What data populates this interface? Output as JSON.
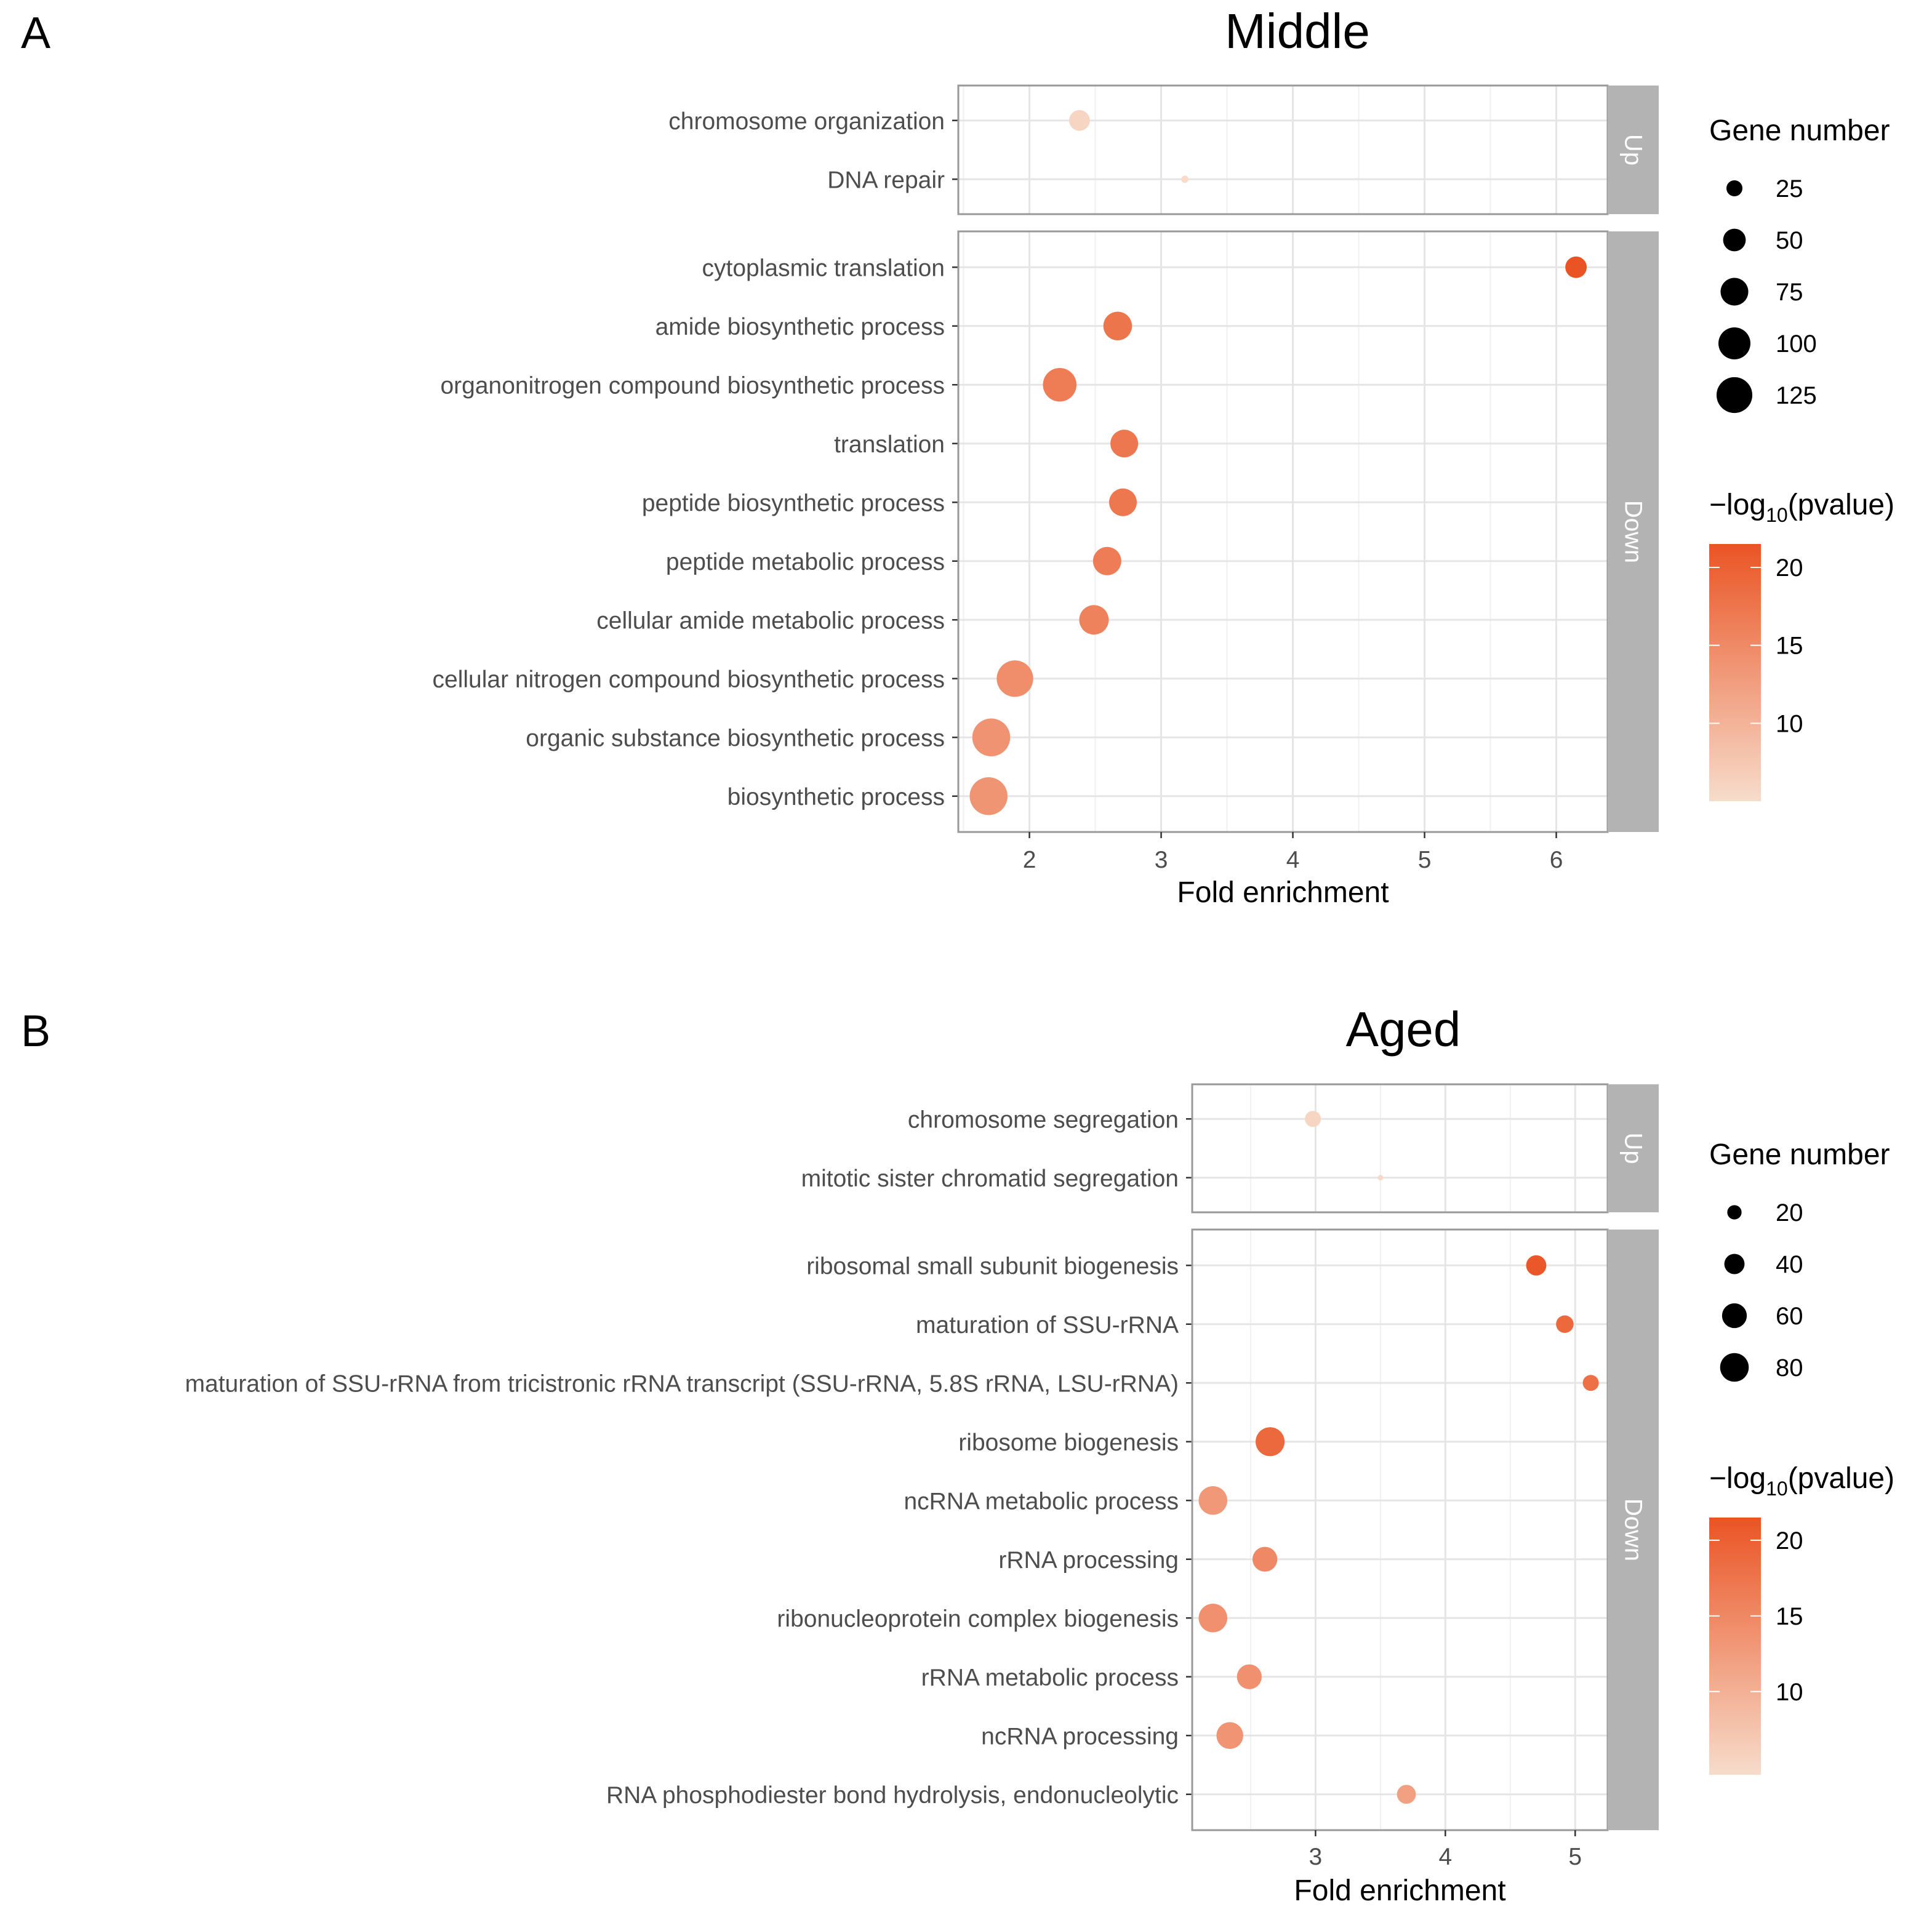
{
  "figure": {
    "colors": {
      "low": "#f7dccb",
      "high": "#ea5424",
      "strip": "#b3b3b3",
      "grid": "#e5e5e5",
      "panel_border": "#999999",
      "text": "#4d4d4d"
    }
  },
  "chart_data": [
    {
      "type": "scatter",
      "panel_label": "A",
      "title": "Middle",
      "xlabel": "Fold enrichment",
      "xlim": [
        1.46,
        6.39
      ],
      "xticks": [
        2,
        3,
        4,
        5,
        6
      ],
      "facets": [
        {
          "strip": "Up",
          "terms": [
            {
              "term": "chromosome organization",
              "fold": 2.38,
              "genes": 42,
              "neglog10p": 5.8
            },
            {
              "term": "DNA repair",
              "fold": 3.18,
              "genes": 5,
              "neglog10p": 5.2
            }
          ]
        },
        {
          "strip": "Down",
          "terms": [
            {
              "term": "cytoplasmic translation",
              "fold": 6.15,
              "genes": 45,
              "neglog10p": 21.5
            },
            {
              "term": "amide biosynthetic process",
              "fold": 2.67,
              "genes": 80,
              "neglog10p": 17.5
            },
            {
              "term": "organonitrogen compound biosynthetic process",
              "fold": 2.23,
              "genes": 110,
              "neglog10p": 16.7
            },
            {
              "term": "translation",
              "fold": 2.72,
              "genes": 75,
              "neglog10p": 17.3
            },
            {
              "term": "peptide biosynthetic process",
              "fold": 2.71,
              "genes": 75,
              "neglog10p": 17.3
            },
            {
              "term": "peptide metabolic process",
              "fold": 2.59,
              "genes": 78,
              "neglog10p": 16.6
            },
            {
              "term": "cellular amide metabolic process",
              "fold": 2.49,
              "genes": 85,
              "neglog10p": 15.9
            },
            {
              "term": "cellular nitrogen compound biosynthetic process",
              "fold": 1.89,
              "genes": 130,
              "neglog10p": 14.5
            },
            {
              "term": "organic substance biosynthetic process",
              "fold": 1.71,
              "genes": 140,
              "neglog10p": 13.8
            },
            {
              "term": "biosynthetic process",
              "fold": 1.69,
              "genes": 140,
              "neglog10p": 13.6
            }
          ]
        }
      ],
      "size_legend": {
        "title": "Gene number",
        "breaks": [
          25,
          50,
          75,
          100,
          125
        ]
      },
      "color_legend": {
        "title_prefix": "−log",
        "title_sub": "10",
        "title_suffix": "(pvalue)",
        "range": [
          5,
          21.5
        ],
        "breaks": [
          10,
          15,
          20
        ]
      }
    },
    {
      "type": "scatter",
      "panel_label": "B",
      "title": "Aged",
      "xlabel": "Fold enrichment",
      "xlim": [
        2.05,
        5.25
      ],
      "xticks": [
        3,
        4,
        5
      ],
      "facets": [
        {
          "strip": "Up",
          "terms": [
            {
              "term": "chromosome segregation",
              "fold": 2.98,
              "genes": 25,
              "neglog10p": 5.3
            },
            {
              "term": "mitotic sister chromatid segregation",
              "fold": 3.5,
              "genes": 3,
              "neglog10p": 4.9
            }
          ]
        },
        {
          "strip": "Down",
          "terms": [
            {
              "term": "ribosomal small subunit biogenesis",
              "fold": 4.7,
              "genes": 40,
              "neglog10p": 21.0
            },
            {
              "term": "maturation of SSU-rRNA",
              "fold": 4.92,
              "genes": 30,
              "neglog10p": 19.0
            },
            {
              "term": "maturation of SSU-rRNA from tricistronic rRNA transcript (SSU-rRNA, 5.8S rRNA, LSU-rRNA)",
              "fold": 5.12,
              "genes": 25,
              "neglog10p": 18.0
            },
            {
              "term": "ribosome biogenesis",
              "fold": 2.65,
              "genes": 82,
              "neglog10p": 19.0
            },
            {
              "term": "ncRNA metabolic process",
              "fold": 2.21,
              "genes": 80,
              "neglog10p": 13.0
            },
            {
              "term": "rRNA processing",
              "fold": 2.61,
              "genes": 60,
              "neglog10p": 15.0
            },
            {
              "term": "ribonucleoprotein complex biogenesis",
              "fold": 2.21,
              "genes": 80,
              "neglog10p": 14.0
            },
            {
              "term": "rRNA metabolic process",
              "fold": 2.49,
              "genes": 60,
              "neglog10p": 14.0
            },
            {
              "term": "ncRNA processing",
              "fold": 2.34,
              "genes": 70,
              "neglog10p": 13.5
            },
            {
              "term": "RNA phosphodiester bond hydrolysis, endonucleolytic",
              "fold": 3.7,
              "genes": 35,
              "neglog10p": 12.0
            }
          ]
        }
      ],
      "size_legend": {
        "title": "Gene number",
        "breaks": [
          20,
          40,
          60,
          80
        ]
      },
      "color_legend": {
        "title_prefix": "−log",
        "title_sub": "10",
        "title_suffix": "(pvalue)",
        "range": [
          4.5,
          21.5
        ],
        "breaks": [
          10,
          15,
          20
        ]
      }
    }
  ]
}
